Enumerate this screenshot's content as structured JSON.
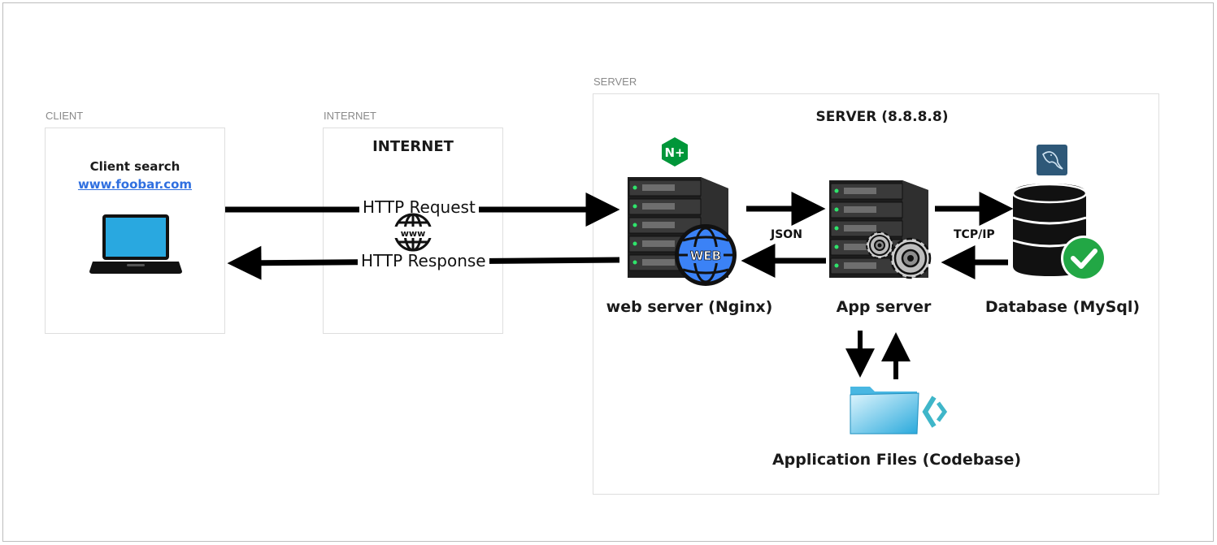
{
  "zones": {
    "client": {
      "label": "CLIENT",
      "heading": "Client search",
      "link": "www.foobar.com"
    },
    "internet": {
      "label": "INTERNET",
      "heading": "INTERNET"
    },
    "server": {
      "label": "SERVER",
      "heading": "SERVER (8.8.8.8)"
    }
  },
  "arrows": {
    "request": "HTTP Request",
    "response": "HTTP Response",
    "json": "JSON",
    "tcpip": "TCP/IP"
  },
  "nodes": {
    "web_server": "web server (Nginx)",
    "app_server": "App server",
    "database": "Database (MySql)",
    "files": "Application Files (Codebase)"
  },
  "icons": {
    "laptop": "laptop-icon",
    "www": "www-globe-icon",
    "nginx": "nginx-plus-logo",
    "web_server": "server-rack-web-icon",
    "app_server": "server-rack-gears-icon",
    "mysql": "mysql-logo",
    "database": "database-check-icon",
    "folder": "folder-icon",
    "code": "code-brackets-icon"
  },
  "colors": {
    "nginx_green": "#009639",
    "web_blue": "#3b82f6",
    "laptop_screen": "#29a8e0",
    "db_check": "#22a745",
    "mysql_bg": "#2e5878",
    "folder": "#57c4ea"
  }
}
